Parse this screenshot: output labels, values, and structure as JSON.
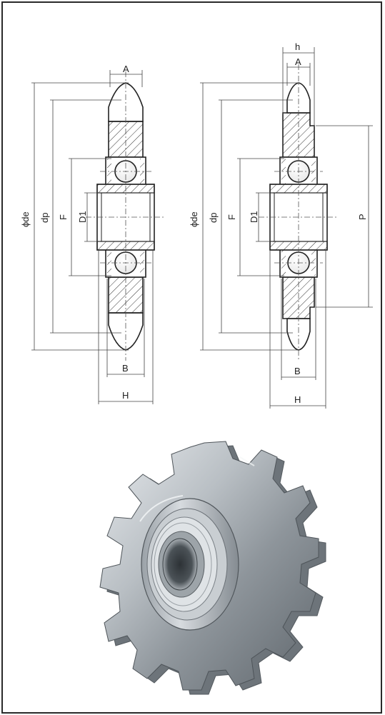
{
  "drawing_left": {
    "labels": {
      "A": "A",
      "B": "B",
      "H": "H",
      "de": "ϕde",
      "dp": "dp",
      "F": "F",
      "D1": "D1"
    }
  },
  "drawing_right": {
    "labels": {
      "h": "h",
      "A": "A",
      "B": "B",
      "H": "H",
      "de": "ϕde",
      "dp": "dp",
      "F": "F",
      "D1": "D1",
      "P": "P"
    }
  },
  "colors": {
    "line": "#222222",
    "hatch": "#333333",
    "frame": "#2a2a2a",
    "steel_light": "#d9dde0",
    "steel_dark": "#6f767c"
  }
}
